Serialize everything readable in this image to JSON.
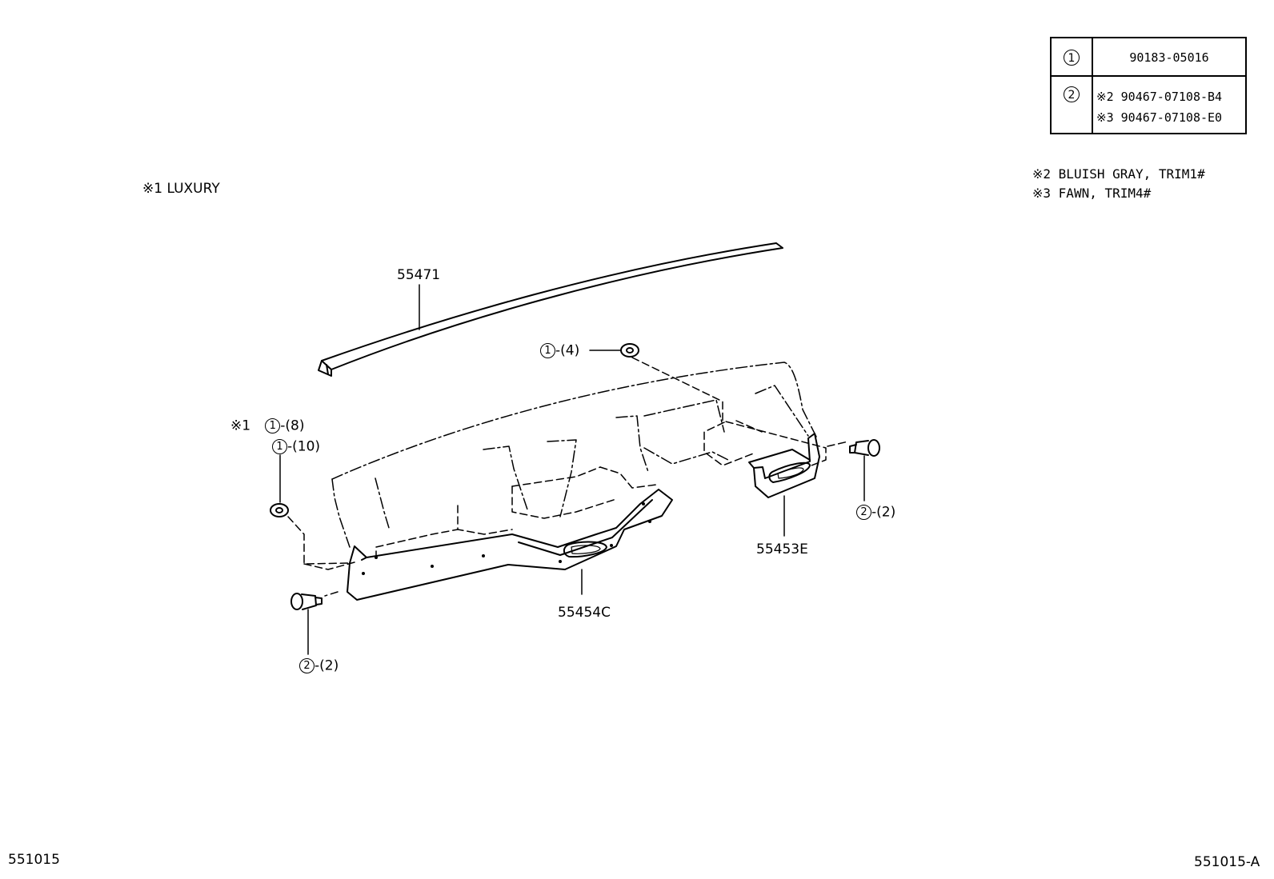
{
  "parts_table": {
    "rows": [
      {
        "key": "1",
        "values": [
          "90183-05016"
        ]
      },
      {
        "key": "2",
        "values": [
          "※2 90467-07108-B4",
          "※3 90467-07108-E0"
        ]
      }
    ]
  },
  "notes": {
    "luxury": "※1   LUXURY",
    "color_2": "※2 BLUISH GRAY, TRIM1#",
    "color_3": "※3 FAWN, TRIM4#"
  },
  "callouts": {
    "p55471": "55471",
    "p55453e": "55453E",
    "p55454c": "55454C",
    "c1_4_num": "1",
    "c1_4_qty": "-(4)",
    "c1_8_mark": "※1",
    "c1_8_num": "1",
    "c1_8_qty": "-(8)",
    "c1_10_num": "1",
    "c1_10_qty": "-(10)",
    "c2_right_num": "2",
    "c2_right_qty": "-(2)",
    "c2_left_num": "2",
    "c2_left_qty": "-(2)"
  },
  "footer": {
    "left_code": "551015",
    "right_code": "551015-A"
  }
}
